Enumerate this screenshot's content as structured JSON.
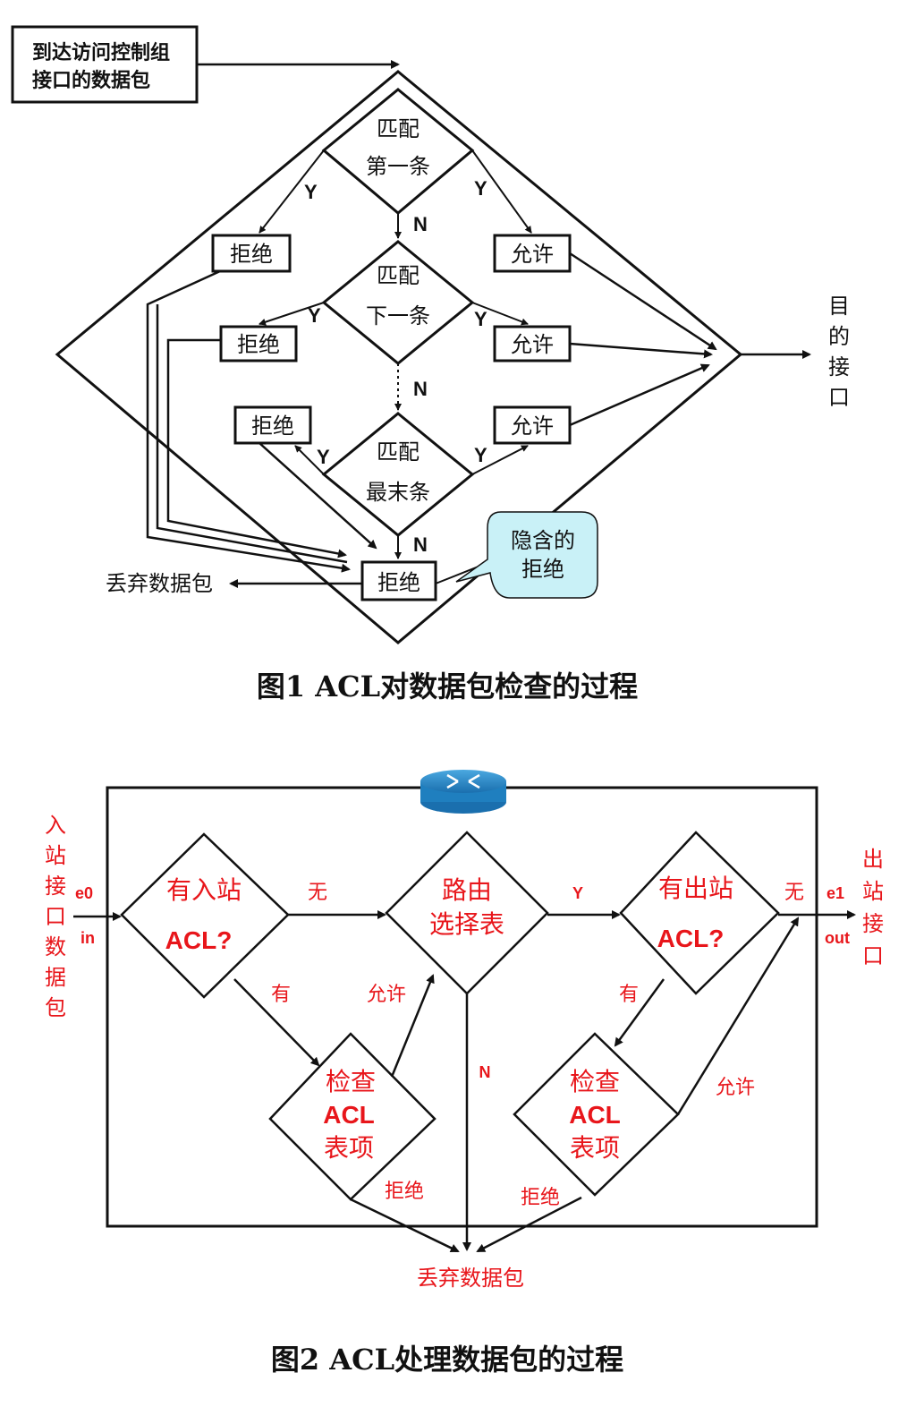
{
  "fig1": {
    "start_line1": "到达访问控制组",
    "start_line2": "接口的数据包",
    "match_first_l1": "匹配",
    "match_first_l2": "第一条",
    "match_next_l1": "匹配",
    "match_next_l2": "下一条",
    "match_last_l1": "匹配",
    "match_last_l2": "最末条",
    "deny": "拒绝",
    "permit": "允许",
    "yes": "Y",
    "no": "N",
    "dest": [
      "目",
      "的",
      "接",
      "口"
    ],
    "drop": "丢弃数据包",
    "implicit_l1": "隐含的",
    "implicit_l2": "拒绝",
    "caption": "图1  ACL对数据包检查的过程"
  },
  "fig2": {
    "in_label": [
      "入",
      "站",
      "接",
      "口",
      "数",
      "据",
      "包"
    ],
    "e0": "e0",
    "in": "in",
    "inbound_acl_l1": "有入站",
    "inbound_acl_l2": "ACL?",
    "none": "无",
    "route_l1": "路由",
    "route_l2": "选择表",
    "yes": "Y",
    "outbound_acl_l1": "有出站",
    "outbound_acl_l2": "ACL?",
    "e1": "e1",
    "out": "out",
    "out_label": [
      "出",
      "站",
      "接",
      "口"
    ],
    "has": "有",
    "permit": "允许",
    "no": "N",
    "check_l1": "检查",
    "check_l2": "ACL",
    "check_l3": "表项",
    "deny": "拒绝",
    "drop": "丢弃数据包",
    "caption": "图2  ACL处理数据包的过程"
  },
  "colors": {
    "red": "#e8161b",
    "router": "#1f7fbf",
    "callout": "#c9f1f7"
  }
}
